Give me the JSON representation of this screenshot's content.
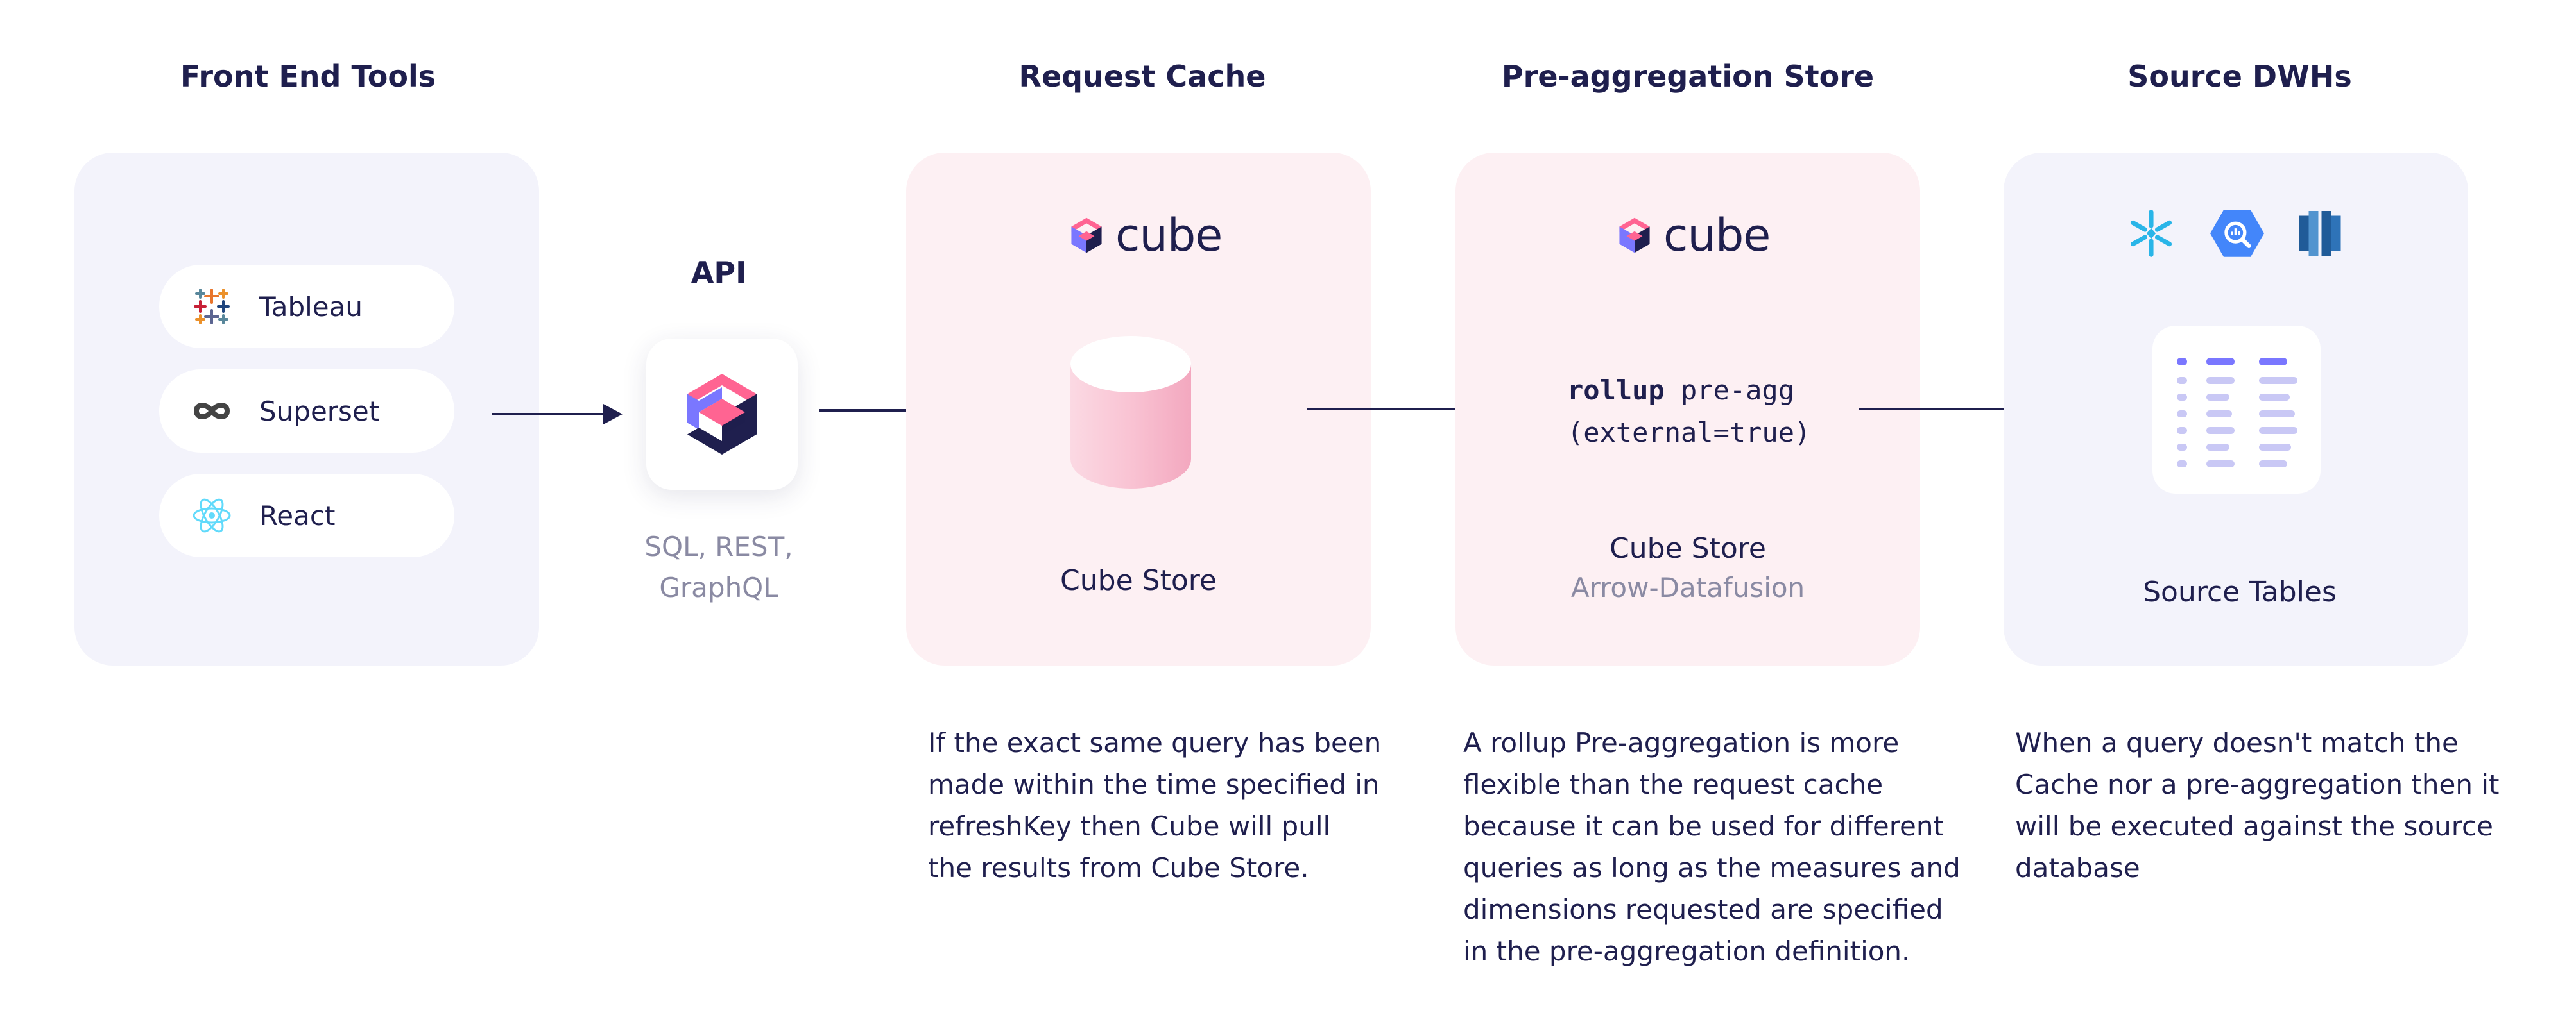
{
  "columns": {
    "frontend_title": "Front End Tools",
    "request_cache_title": "Request Cache",
    "preagg_title": "Pre-aggregation Store",
    "source_title": "Source DWHs"
  },
  "frontend_tools": [
    {
      "label": "Tableau",
      "icon": "tableau-icon"
    },
    {
      "label": "Superset",
      "icon": "superset-icon"
    },
    {
      "label": "React",
      "icon": "react-icon"
    }
  ],
  "api": {
    "title": "API",
    "protocols_line1": "SQL, REST,",
    "protocols_line2": "GraphQL"
  },
  "brand": "cube",
  "request_cache": {
    "store_label": "Cube Store",
    "description": [
      "If the exact same query has been",
      "made within the time specified in",
      "refreshKey then Cube will pull",
      "the results from Cube Store."
    ]
  },
  "preagg": {
    "code_keyword": "rollup",
    "code_rest": " pre-agg",
    "code_line2": "(external=true)",
    "store_label": "Cube Store",
    "engine_label": "Arrow-Datafusion",
    "description": [
      "A rollup Pre-aggregation is more",
      "flexible than the request cache",
      "because it can be used for different",
      "queries as long as the measures and",
      "dimensions requested are specified",
      "in the pre-aggregation definition."
    ]
  },
  "source": {
    "icons": [
      "snowflake-icon",
      "bigquery-icon",
      "redshift-icon"
    ],
    "tables_label": "Source Tables",
    "description": [
      "When a query doesn't match the",
      "Cache nor a pre-aggregation then it",
      "will be executed against the source",
      "database"
    ]
  },
  "colors": {
    "text": "#1f1f4e",
    "panel_blue": "#f3f3fb",
    "panel_pink": "#fdf0f3",
    "muted": "#8a8aa3",
    "cube_purple": "#7a77ff",
    "cube_pink": "#ff6492"
  }
}
